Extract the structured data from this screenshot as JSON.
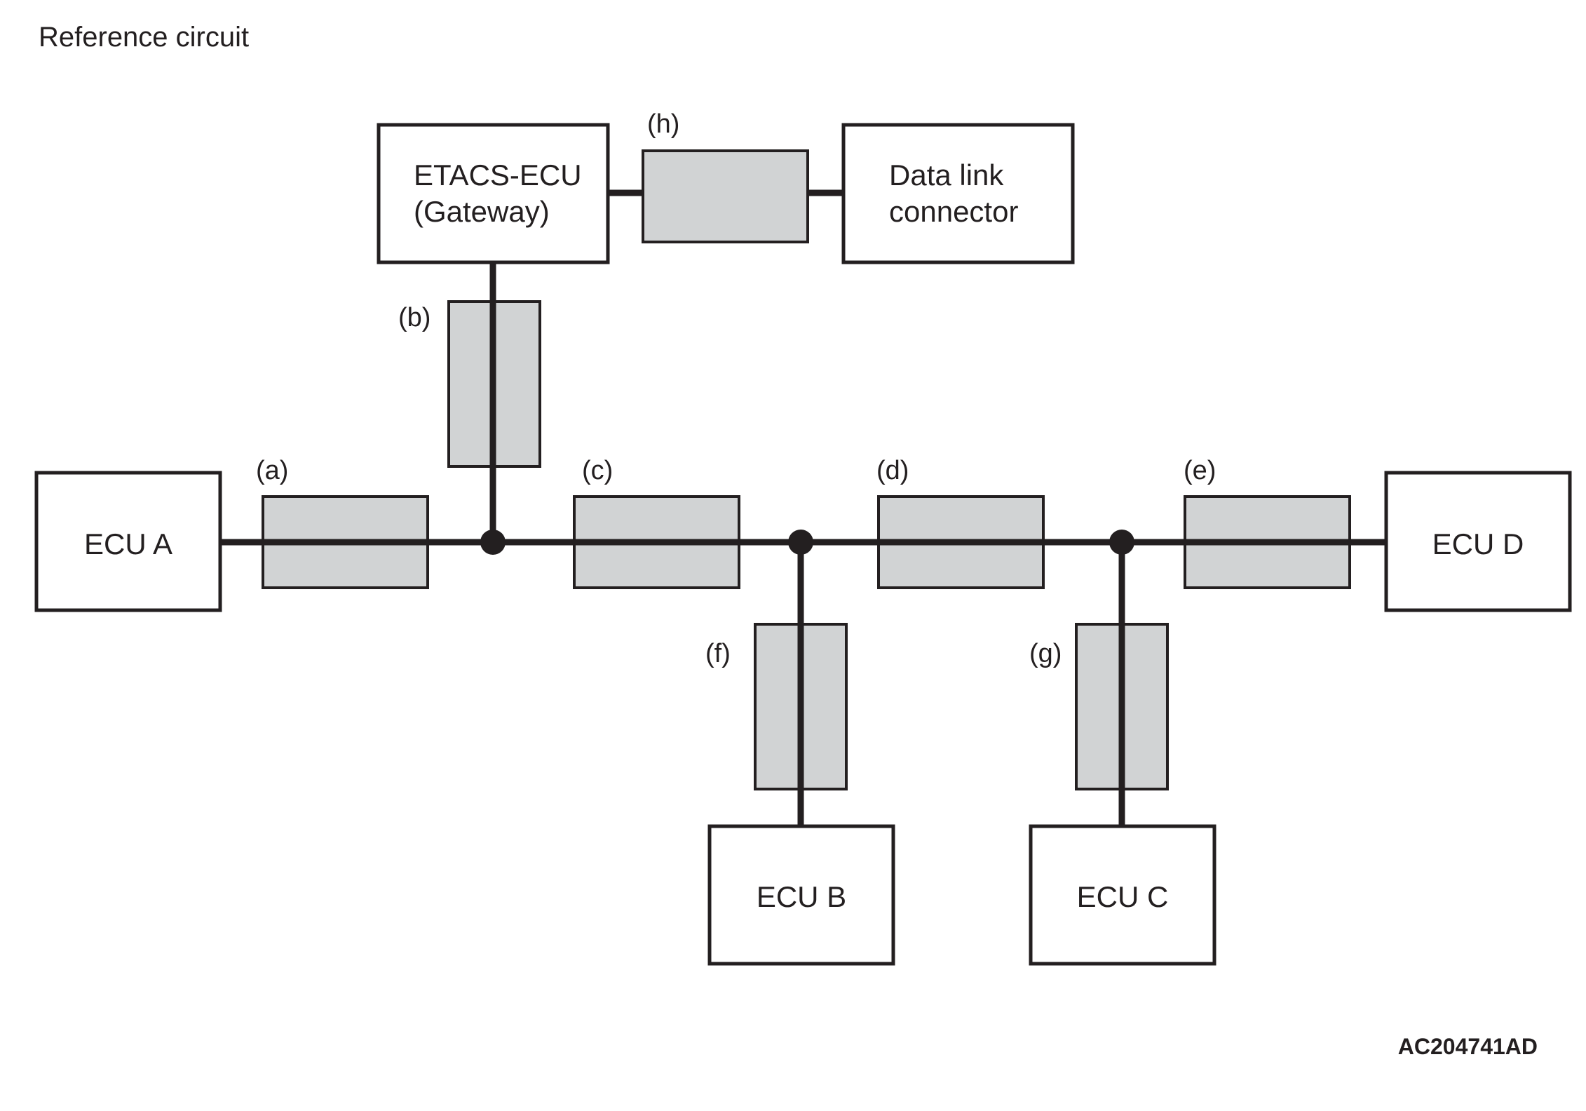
{
  "title": "Reference circuit",
  "figure_code": "AC204741AD",
  "nodes": {
    "ecu_a": "ECU A",
    "ecu_b": "ECU B",
    "ecu_c": "ECU C",
    "ecu_d": "ECU D",
    "etacs_line1": "ETACS-ECU",
    "etacs_line2": "(Gateway)",
    "dlc_line1": "Data link",
    "dlc_line2": "connector"
  },
  "segments": {
    "a": "(a)",
    "b": "(b)",
    "c": "(c)",
    "d": "(d)",
    "e": "(e)",
    "f": "(f)",
    "g": "(g)",
    "h": "(h)"
  },
  "colors": {
    "line": "#231f20",
    "segment_fill": "#d1d3d4",
    "box_fill": "#ffffff"
  }
}
